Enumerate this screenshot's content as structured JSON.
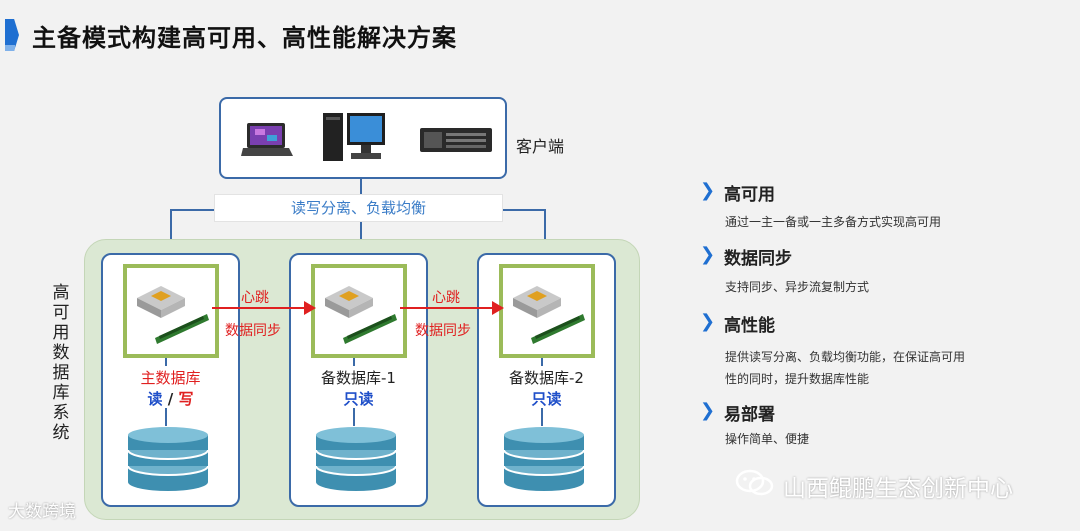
{
  "header": {
    "title": "主备模式构建高可用、高性能解决方案"
  },
  "client": {
    "label": "客户端",
    "devices": [
      "laptop-icon",
      "desktop-icon",
      "server-icon"
    ]
  },
  "load_balancer": {
    "label": "读写分离、负载均衡"
  },
  "system": {
    "label": "高可用数据库系统"
  },
  "databases": [
    {
      "name": "主数据库",
      "mode_read": "读",
      "mode_sep": " / ",
      "mode_write": "写"
    },
    {
      "name": "备数据库-1",
      "mode": "只读"
    },
    {
      "name": "备数据库-2",
      "mode": "只读"
    }
  ],
  "links": [
    {
      "top": "心跳",
      "bottom": "数据同步"
    },
    {
      "top": "心跳",
      "bottom": "数据同步"
    }
  ],
  "features": [
    {
      "title": "高可用",
      "desc": [
        "通过一主一备或一主多备方式实现高可用"
      ]
    },
    {
      "title": "数据同步",
      "desc": [
        "支持同步、异步流复制方式"
      ]
    },
    {
      "title": "高性能",
      "desc": [
        "提供读写分离、负载均衡功能，在保证高可用",
        "性的同时，提升数据库性能"
      ]
    },
    {
      "title": "易部署",
      "desc": [
        "操作简单、便捷"
      ]
    }
  ],
  "watermarks": {
    "left": "大数跨境",
    "right": "山西鲲鹏生态创新中心"
  },
  "colors": {
    "accent": "#1f6fd1",
    "border": "#3b6aa8",
    "frame": "#9bbb59",
    "arrow": "#e02020",
    "panel": "#dbe8d3",
    "cylinder": "#3e8fb0"
  }
}
